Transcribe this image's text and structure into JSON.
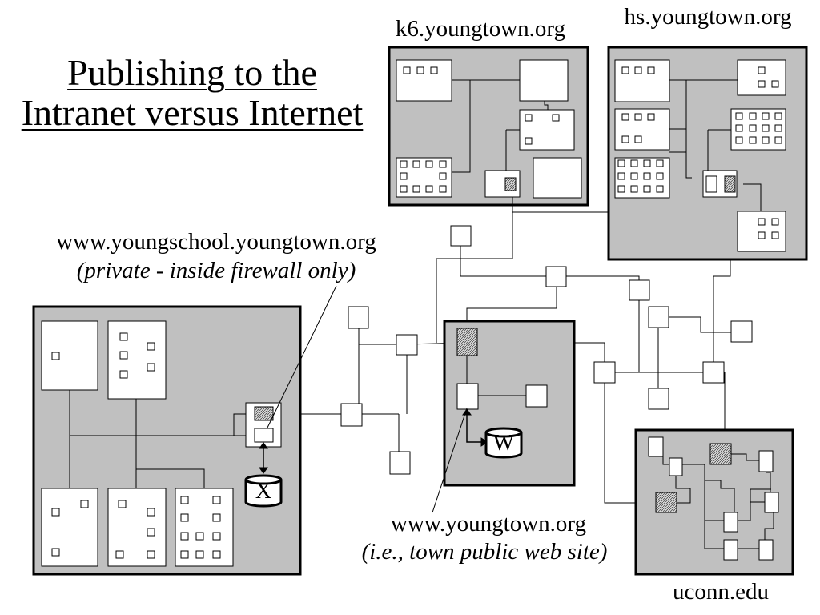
{
  "title": {
    "line1": "Publishing to the",
    "line2": "Intranet versus Internet"
  },
  "labels": {
    "k6": "k6.youngtown.org",
    "hs": "hs.youngtown.org",
    "youngschool_host": "www.youngschool.youngtown.org",
    "youngschool_note": "(private - inside firewall only)",
    "youngtown_host": "www.youngtown.org",
    "youngtown_note": "(i.e., town public web site)",
    "uconn": "uconn.edu"
  },
  "databases": {
    "x": "X",
    "w": "W"
  },
  "colors": {
    "network_fill": "#c0c0c0",
    "node_fill": "#ffffff",
    "stroke": "#000000",
    "background": "#ffffff"
  }
}
